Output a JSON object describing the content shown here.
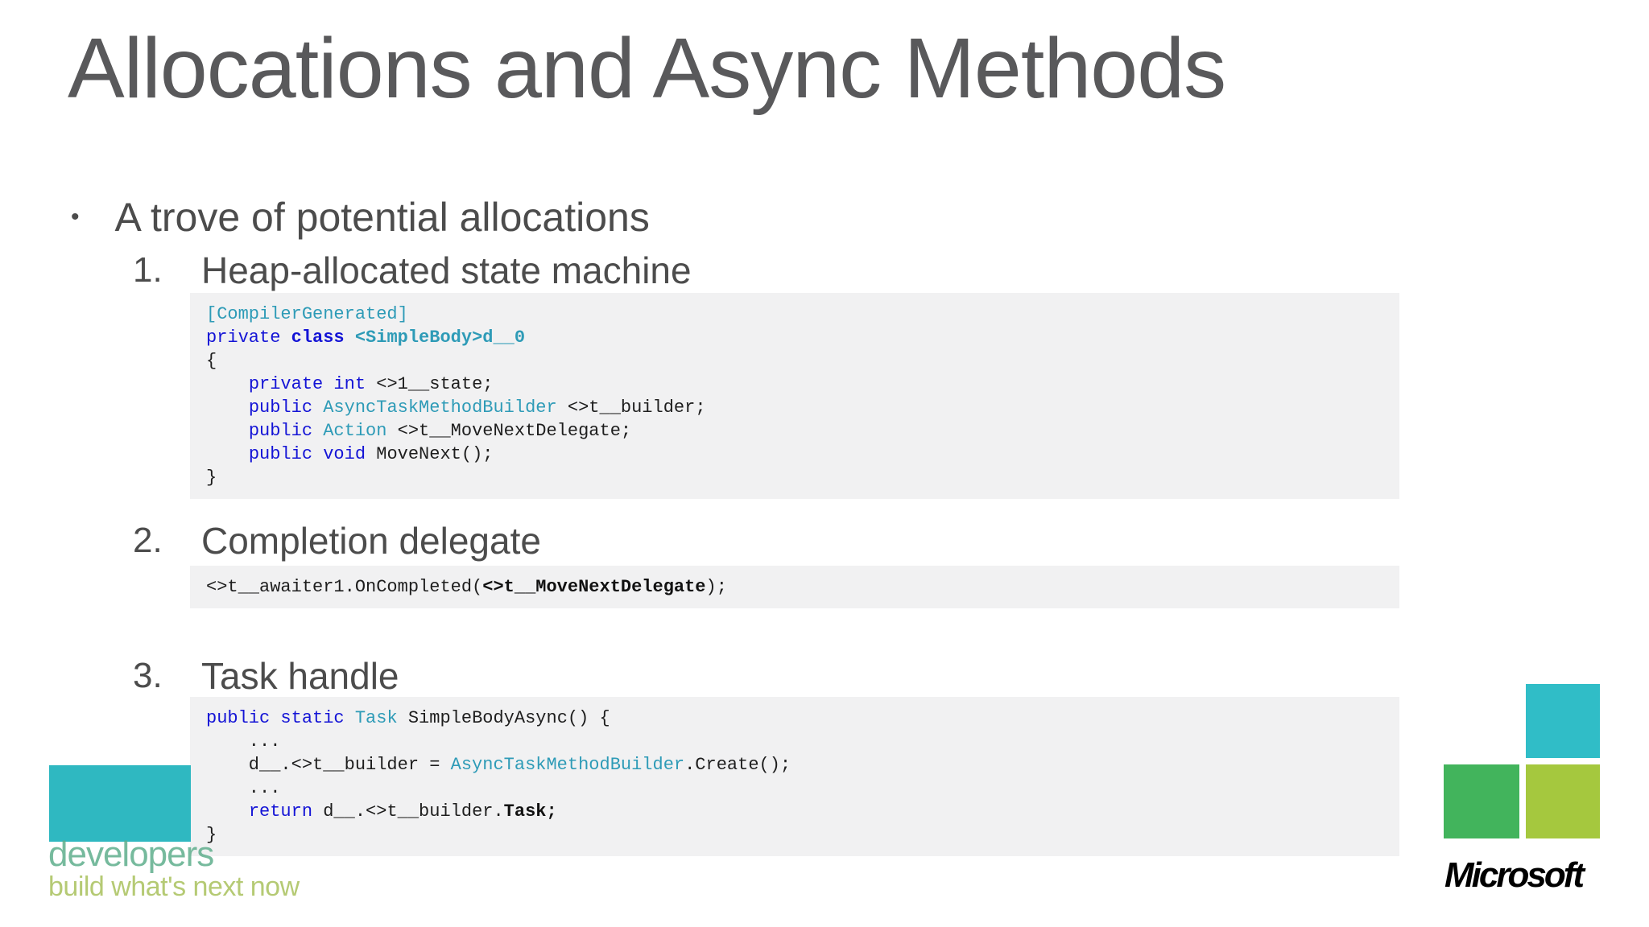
{
  "slide": {
    "title": "Allocations and Async Methods",
    "bullet_marker": "•",
    "bullet_text": "A trove of potential allocations",
    "items": [
      {
        "number": "1.",
        "label": "Heap-allocated state machine"
      },
      {
        "number": "2.",
        "label": "Completion delegate"
      },
      {
        "number": "3.",
        "label": "Task handle"
      }
    ]
  },
  "code_blocks": [
    {
      "name": "state-machine-code",
      "lines": [
        [
          {
            "text": "[CompilerGenerated]",
            "style": "type"
          }
        ],
        [
          {
            "text": "private ",
            "style": "keyword"
          },
          {
            "text": "class ",
            "style": "keyword-bold"
          },
          {
            "text": "<SimpleBody>d__0",
            "style": "type-bold"
          }
        ],
        [
          {
            "text": "{",
            "style": "plain"
          }
        ],
        [
          {
            "text": "    ",
            "style": "plain"
          },
          {
            "text": "private int ",
            "style": "keyword"
          },
          {
            "text": "<>1__state;",
            "style": "plain"
          }
        ],
        [
          {
            "text": "    ",
            "style": "plain"
          },
          {
            "text": "public ",
            "style": "keyword"
          },
          {
            "text": "AsyncTaskMethodBuilder ",
            "style": "type"
          },
          {
            "text": "<>t__builder;",
            "style": "plain"
          }
        ],
        [
          {
            "text": "    ",
            "style": "plain"
          },
          {
            "text": "public ",
            "style": "keyword"
          },
          {
            "text": "Action ",
            "style": "type"
          },
          {
            "text": "<>t__MoveNextDelegate;",
            "style": "plain"
          }
        ],
        [
          {
            "text": "    ",
            "style": "plain"
          },
          {
            "text": "public void ",
            "style": "keyword"
          },
          {
            "text": "MoveNext();",
            "style": "plain"
          }
        ],
        [
          {
            "text": "}",
            "style": "plain"
          }
        ]
      ]
    },
    {
      "name": "completion-delegate-code",
      "lines": [
        [
          {
            "text": "<>t__awaiter1.OnCompleted(",
            "style": "plain"
          },
          {
            "text": "<>t__MoveNextDelegate",
            "style": "bold"
          },
          {
            "text": ");",
            "style": "plain"
          }
        ]
      ]
    },
    {
      "name": "task-handle-code",
      "lines": [
        [
          {
            "text": "public static ",
            "style": "keyword"
          },
          {
            "text": "Task ",
            "style": "type"
          },
          {
            "text": "SimpleBodyAsync() {",
            "style": "plain"
          }
        ],
        [
          {
            "text": "    ...",
            "style": "plain"
          }
        ],
        [
          {
            "text": "    d__.<>t__builder = ",
            "style": "plain"
          },
          {
            "text": "AsyncTaskMethodBuilder",
            "style": "type"
          },
          {
            "text": ".Create();",
            "style": "plain"
          }
        ],
        [
          {
            "text": "    ...",
            "style": "plain"
          }
        ],
        [
          {
            "text": "    ",
            "style": "plain"
          },
          {
            "text": "return ",
            "style": "keyword"
          },
          {
            "text": "d__.<>t__builder.",
            "style": "plain"
          },
          {
            "text": "Task;",
            "style": "bold"
          }
        ],
        [
          {
            "text": "}",
            "style": "plain"
          }
        ]
      ]
    }
  ],
  "footer": {
    "developers_wordmark": "developers",
    "developers_tagline": "build what's next now",
    "microsoft_wordmark": "Microsoft"
  },
  "colors": {
    "title_gray": "#59595b",
    "heading_gray": "#4c4c4c",
    "code_background": "#f1f1f2",
    "code_text": "#1e1e1e",
    "keyword_blue": "#1414d6",
    "type_teal": "#2e9bb7",
    "accent_teal": "#2fb8c1",
    "developers_green": "#5fae8c",
    "tagline_green": "#adc566",
    "ms_square_teal": "#30bdc7",
    "ms_square_green": "#42b45c",
    "ms_square_lime": "#a5c83e"
  }
}
